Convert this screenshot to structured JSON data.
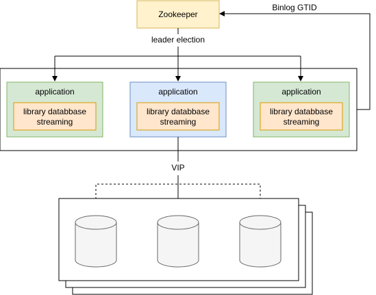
{
  "zookeeper": {
    "label": "Zookeeper"
  },
  "edges": {
    "leader_election": "leader election",
    "binlog_gtid": "Binlog GTID",
    "vip": "VIP"
  },
  "apps": [
    {
      "title": "application",
      "inner_line1": "library databbase",
      "inner_line2": "streaming"
    },
    {
      "title": "application",
      "inner_line1": "library databbase",
      "inner_line2": "streaming"
    },
    {
      "title": "application",
      "inner_line1": "library databbase",
      "inner_line2": "streaming"
    }
  ],
  "colors": {
    "zookeeper_fill": "#fff2cc",
    "zookeeper_stroke": "#d6b656",
    "green_fill": "#d5e8d4",
    "green_stroke": "#82b366",
    "blue_fill": "#dae8fc",
    "blue_stroke": "#6c8ebf",
    "orange_fill": "#ffe6cc",
    "orange_stroke": "#d79b00",
    "line": "#000000"
  },
  "icons": [
    "database-icon",
    "database-icon",
    "database-icon"
  ]
}
